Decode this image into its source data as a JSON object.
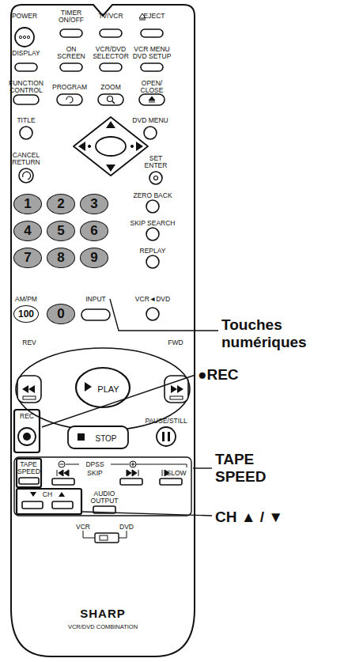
{
  "diagram": {
    "nodes": [
      {
        "text": [
          "1"
        ]
      },
      {
        "text": [
          "2"
        ]
      },
      {
        "text": [
          "3"
        ]
      },
      {
        "text": [
          "4"
        ]
      },
      {
        "text": [
          "5"
        ]
      },
      {
        "text": [
          "6"
        ]
      },
      {
        "text": [
          "7"
        ]
      },
      {
        "text": [
          "8"
        ]
      },
      {
        "text": [
          "9"
        ]
      },
      {
        "text": [
          "100"
        ]
      },
      {
        "text": [
          "0"
        ]
      }
    ],
    "labels": [
      "POWER",
      "TIMER ON/OFF",
      "TV/VCR",
      "EJECT",
      "DISPLAY",
      "ON SCREEN",
      "VCR/DVD SELECTOR",
      "VCR MENU DVD SETUP",
      "FUNCTION CONTROL",
      "PROGRAM",
      "ZOOM",
      "OPEN/ CLOSE",
      "TITLE",
      "DVD MENU",
      "CANCEL RETURN",
      "SET ENTER",
      "ZERO BACK",
      "SKIP SEARCH",
      "REPLAY",
      "AM/PM",
      "INPUT",
      "VCR◄DVD",
      "REV",
      "FWD",
      "PLAY",
      "REC",
      "STOP",
      "PAUSE/STILL",
      "TAPE SPEED",
      "DPSS",
      "SKIP",
      "SLOW",
      "CH",
      "AUDIO OUTPUT",
      "VCR",
      "DVD",
      "SHARP",
      "VCR/DVD COMBINATION",
      "Touches numériques",
      "●REC",
      "TAPE SPEED",
      "CH ▲ / ▼"
    ]
  }
}
